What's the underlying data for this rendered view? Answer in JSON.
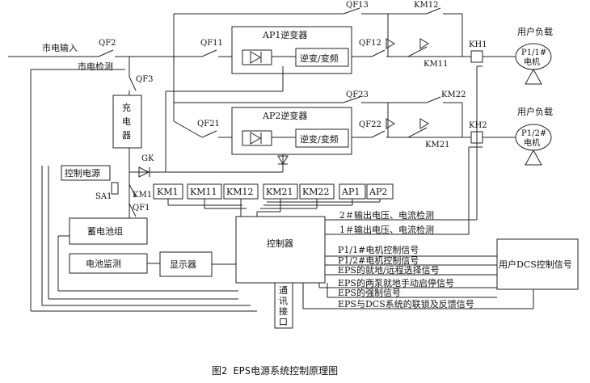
{
  "caption": "图2   EPS电源系统控制原理图",
  "inputs": {
    "mains_input": "市电输入",
    "mains_detect": "市电检测"
  },
  "switches": {
    "qf2": "QF2",
    "qf3": "QF3",
    "qf11": "QF11",
    "qf12": "QF12",
    "qf13": "QF13",
    "qf21": "QF21",
    "qf22": "QF22",
    "qf23": "QF23",
    "qf1": "QF1",
    "km1": "KM1",
    "km11": "KM11",
    "km12": "KM12",
    "km21": "KM21",
    "km22": "KM22",
    "kh1": "KH1",
    "kh2": "KH2",
    "gk": "GK",
    "sa1": "SA1"
  },
  "inverters": {
    "ap1": {
      "title": "AP1逆变器",
      "unit": "逆变/变频"
    },
    "ap2": {
      "title": "AP2逆变器",
      "unit": "逆变/变频"
    }
  },
  "blocks": {
    "charger": [
      "充",
      "电",
      "器"
    ],
    "control_power": "控制电源",
    "battery": "蓄电池组",
    "battery_monitor": "电池监测",
    "display": "显示器",
    "controller": "控制器",
    "comm_port": [
      "通",
      "讯",
      "接",
      "口"
    ],
    "dcs": "用户DCS控制信号"
  },
  "relay_boxes": [
    "KM1",
    "KM11",
    "KM12",
    "KM21",
    "KM22",
    "AP1",
    "AP2"
  ],
  "loads": [
    {
      "label": "用户负载",
      "motor": [
        "P1/1#",
        "电机"
      ]
    },
    {
      "label": "用户负载",
      "motor": [
        "P1/2#",
        "电机"
      ]
    }
  ],
  "signals": {
    "detect2": "2＃输出电压、电流检测",
    "detect1": "1＃输出电压、电流检测",
    "lines": [
      "P1/1#电机控制信号",
      "P1/2#电机控制信号",
      "EPS的就地/远程选择信号",
      "EPS的两泵就地手动启停信号",
      "EPS的强制信号",
      "EPS与DCS系统的联锁及反馈信号"
    ]
  }
}
